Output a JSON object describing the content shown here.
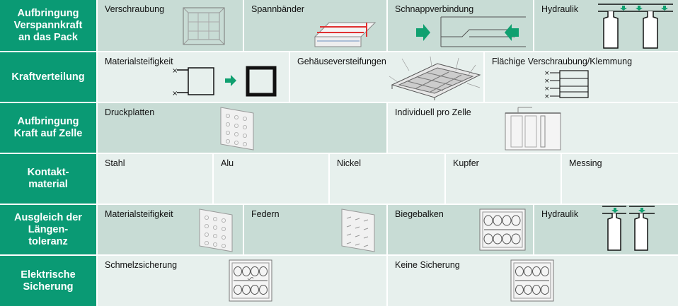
{
  "colors": {
    "header": "#0a9a74",
    "cell_dark": "#c8dcd5",
    "cell_light": "#e7f0ed",
    "arrow": "#10a070"
  },
  "rows": [
    {
      "head": [
        "Aufbringung",
        "Verspannkraft",
        "an das Pack"
      ],
      "cells": [
        "Verschraubung",
        "Spannbänder",
        "Schnappverbindung",
        "Hydraulik"
      ]
    },
    {
      "head": [
        "Kraftverteilung"
      ],
      "cells": [
        "Materialsteifigkeit",
        "Gehäuseversteifungen",
        "Flächige Verschraubung/Klemmung"
      ]
    },
    {
      "head": [
        "Aufbringung",
        "Kraft auf Zelle"
      ],
      "cells": [
        "Druckplatten",
        "Individuell pro Zelle"
      ]
    },
    {
      "head": [
        "Kontakt-",
        "material"
      ],
      "cells": [
        "Stahl",
        "Alu",
        "Nickel",
        "Kupfer",
        "Messing"
      ]
    },
    {
      "head": [
        "Ausgleich der",
        "Längen-",
        "toleranz"
      ],
      "cells": [
        "Materialsteifigkeit",
        "Federn",
        "Biegebalken",
        "Hydraulik"
      ]
    },
    {
      "head": [
        "Elektrische",
        "Sicherung"
      ],
      "cells": [
        "Schmelzsicherung",
        "Keine Sicherung"
      ]
    }
  ]
}
